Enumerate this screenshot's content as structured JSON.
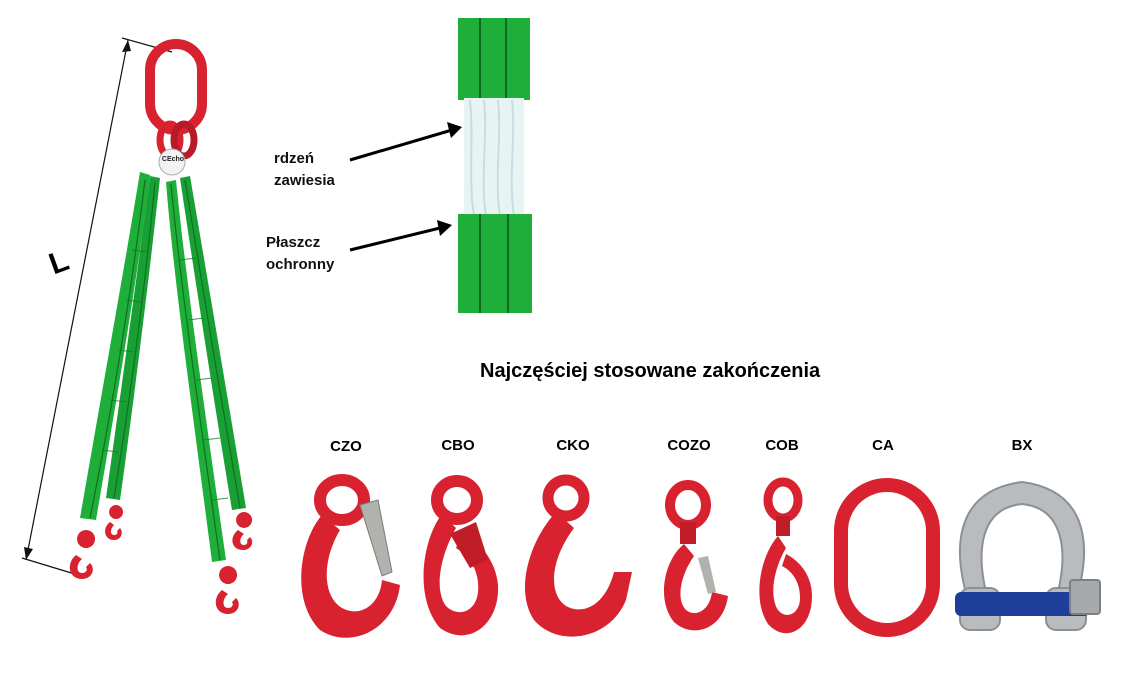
{
  "sling": {
    "dimension_label": "L",
    "tag_text": "CEcho"
  },
  "core_detail": {
    "label_core_line1": "rdzeń",
    "label_core_line2": "zawiesia",
    "label_sheath_line1": "Płaszcz",
    "label_sheath_line2": "ochronny"
  },
  "endings": {
    "heading": "Najczęściej stosowane zakończenia",
    "items": [
      {
        "code": "CZO",
        "icon": "eye-hook-latch-icon"
      },
      {
        "code": "CBO",
        "icon": "safety-eye-hook-icon"
      },
      {
        "code": "CKO",
        "icon": "eye-grab-hook-icon"
      },
      {
        "code": "COZO",
        "icon": "swivel-hook-latch-icon"
      },
      {
        "code": "COB",
        "icon": "swivel-safety-hook-icon"
      },
      {
        "code": "CA",
        "icon": "master-link-icon"
      },
      {
        "code": "BX",
        "icon": "bow-shackle-icon"
      }
    ]
  },
  "colors": {
    "sling_green": "#1fae3a",
    "sling_green_dark": "#138a2a",
    "hook_red": "#d8222f",
    "hook_red_dark": "#a5121d",
    "core_white": "#e8f4f4",
    "shackle_grey": "#b9bcbf",
    "bolt_blue": "#1d3f9a"
  }
}
